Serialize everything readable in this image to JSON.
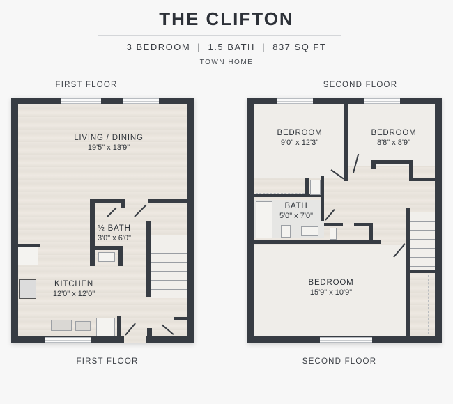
{
  "header": {
    "title": "THE CLIFTON",
    "specs": "3 BEDROOM  |  1.5 BATH  |  837 SQ FT",
    "type": "TOWN HOME"
  },
  "first_floor": {
    "label_top": "FIRST FLOOR",
    "label_bottom": "FIRST FLOOR",
    "rooms": [
      {
        "name": "LIVING / DINING",
        "dims": "19'5\" x 13'9\""
      },
      {
        "name": "½ BATH",
        "dims": "3'0\" x 6'0\""
      },
      {
        "name": "KITCHEN",
        "dims": "12'0\" x 12'0\""
      }
    ]
  },
  "second_floor": {
    "label_top": "SECOND FLOOR",
    "label_bottom": "SECOND FLOOR",
    "rooms": [
      {
        "name": "BEDROOM",
        "dims": "9'0\" x 12'3\""
      },
      {
        "name": "BEDROOM",
        "dims": "8'8\" x 8'9\""
      },
      {
        "name": "BATH",
        "dims": "5'0\" x 7'0\""
      },
      {
        "name": "BEDROOM",
        "dims": "15'9\" x 10'9\""
      }
    ]
  },
  "colors": {
    "wall": "#373c43",
    "floor": "#e9e5df",
    "background": "#f7f7f7"
  }
}
